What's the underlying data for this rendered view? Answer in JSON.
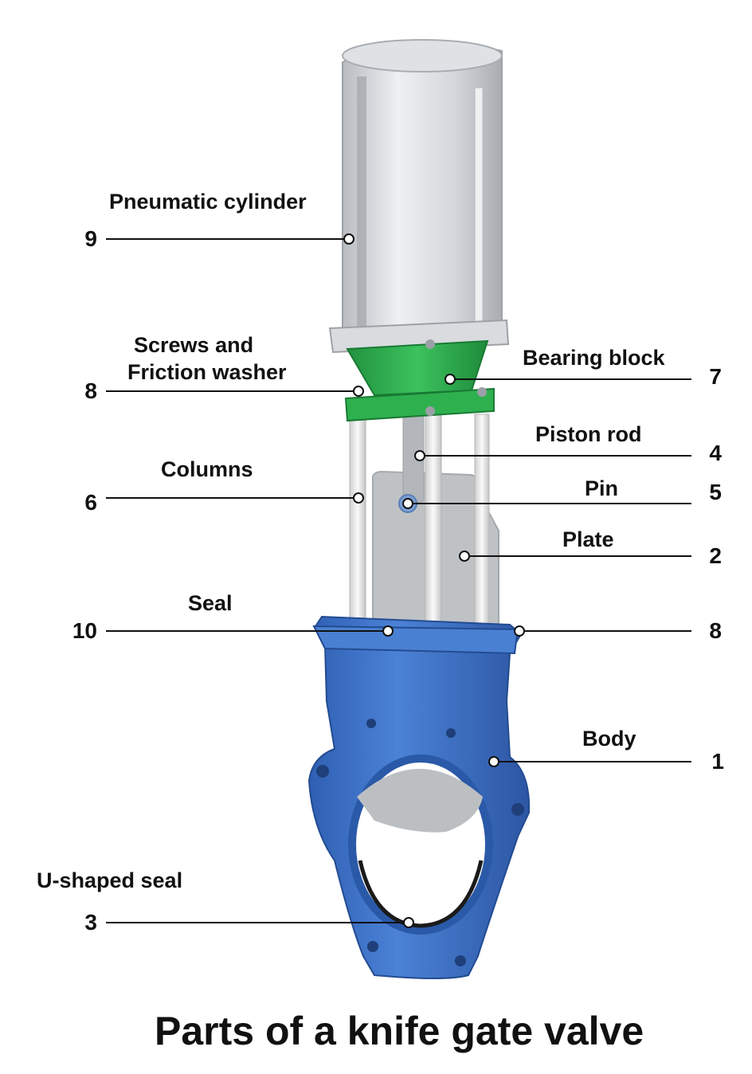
{
  "title": "Parts of a knife gate valve",
  "colors": {
    "actuator": "#c9ccd0",
    "bearing_block": "#2fa84f",
    "body": "#3f73c9",
    "plate": "#b9bcbf",
    "columns": "#e6e6e6"
  },
  "callouts": [
    {
      "num": "9",
      "label": "Pneumatic cylinder"
    },
    {
      "num": "8",
      "label_lines": [
        "Screws and",
        "Friction washer"
      ]
    },
    {
      "num": "7",
      "label": "Bearing block"
    },
    {
      "num": "4",
      "label": "Piston rod"
    },
    {
      "num": "6",
      "label": "Columns"
    },
    {
      "num": "5",
      "label": "Pin"
    },
    {
      "num": "2",
      "label": "Plate"
    },
    {
      "num": "10",
      "label": "Seal"
    },
    {
      "num": "8",
      "label": ""
    },
    {
      "num": "1",
      "label": "Body"
    },
    {
      "num": "3",
      "label": "U-shaped seal"
    }
  ]
}
